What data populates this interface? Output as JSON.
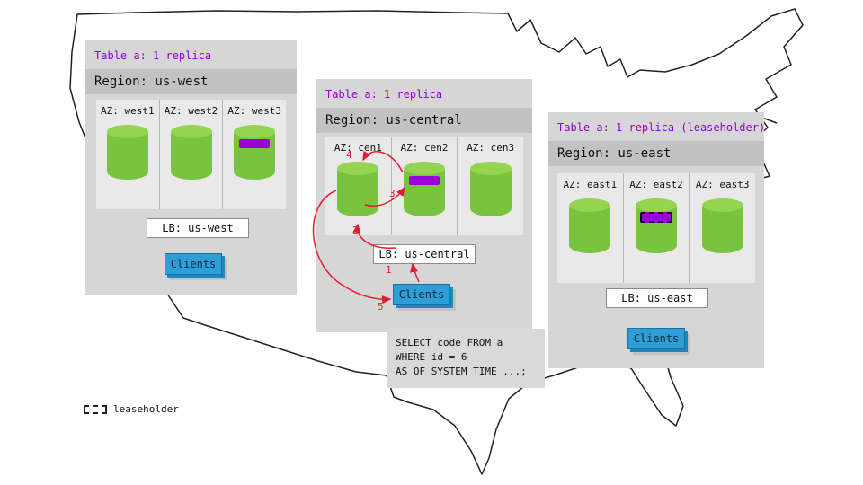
{
  "regions": [
    {
      "table_label": "Table a: 1 replica",
      "region_label": "Region: us-west",
      "azs": [
        {
          "label": "AZ: west1",
          "replica": false,
          "leaseholder": false
        },
        {
          "label": "AZ: west2",
          "replica": false,
          "leaseholder": false
        },
        {
          "label": "AZ: west3",
          "replica": true,
          "leaseholder": false
        }
      ],
      "lb_label": "LB: us-west",
      "clients_label": "Clients"
    },
    {
      "table_label": "Table a: 1 replica",
      "region_label": "Region: us-central",
      "azs": [
        {
          "label": "AZ: cen1",
          "replica": false,
          "leaseholder": false
        },
        {
          "label": "AZ: cen2",
          "replica": true,
          "leaseholder": false
        },
        {
          "label": "AZ: cen3",
          "replica": false,
          "leaseholder": false
        }
      ],
      "lb_label": "LB: us-central",
      "clients_label": "Clients"
    },
    {
      "table_label": "Table a: 1 replica (leaseholder)",
      "region_label": "Region: us-east",
      "azs": [
        {
          "label": "AZ: east1",
          "replica": false,
          "leaseholder": false
        },
        {
          "label": "AZ: east2",
          "replica": true,
          "leaseholder": true
        },
        {
          "label": "AZ: east3",
          "replica": false,
          "leaseholder": false
        }
      ],
      "lb_label": "LB: us-east",
      "clients_label": "Clients"
    }
  ],
  "steps": [
    "1",
    "2",
    "3",
    "4",
    "5"
  ],
  "sql_note": {
    "lines": [
      "SELECT code FROM a",
      "WHERE id = 6",
      "AS OF SYSTEM TIME ...;"
    ]
  },
  "legend": {
    "label": "leaseholder"
  },
  "colors": {
    "cylinder_green": "#79c33f",
    "replica_purple": "#9b00d6",
    "clients_blue": "#2e9fd6",
    "arrow_red": "#e11d2e",
    "table_label_purple": "#9400d3"
  }
}
